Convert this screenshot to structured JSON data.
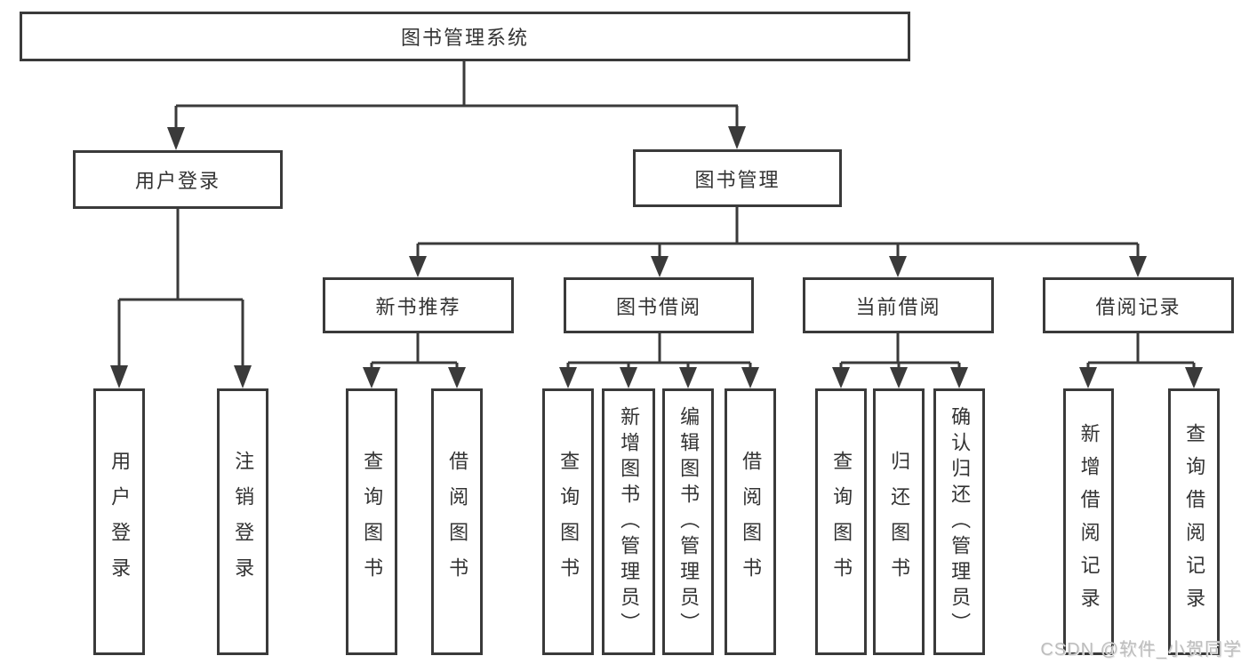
{
  "tree": {
    "root": {
      "label": "图书管理系统"
    },
    "branches": [
      {
        "label": "用户登录",
        "children": [
          {
            "label": "用户登录"
          },
          {
            "label": "注销登录"
          }
        ]
      },
      {
        "label": "图书管理",
        "children": [
          {
            "label": "新书推荐",
            "children": [
              {
                "label": "查询图书"
              },
              {
                "label": "借阅图书"
              }
            ]
          },
          {
            "label": "图书借阅",
            "children": [
              {
                "label": "查询图书"
              },
              {
                "label": "新增图书（管理员）"
              },
              {
                "label": "编辑图书（管理员）"
              },
              {
                "label": "借阅图书"
              }
            ]
          },
          {
            "label": "当前借阅",
            "children": [
              {
                "label": "查询图书"
              },
              {
                "label": "归还图书"
              },
              {
                "label": "确认归还（管理员）"
              }
            ]
          },
          {
            "label": "借阅记录",
            "children": [
              {
                "label": "新增借阅记录"
              },
              {
                "label": "查询借阅记录"
              }
            ]
          }
        ]
      }
    ]
  },
  "watermark": {
    "text": "CSDN @软件_小贺同学"
  },
  "colors": {
    "line": "#3a3a3a",
    "text": "#333333",
    "watermark": "#bdbdbd",
    "background": "#ffffff"
  }
}
